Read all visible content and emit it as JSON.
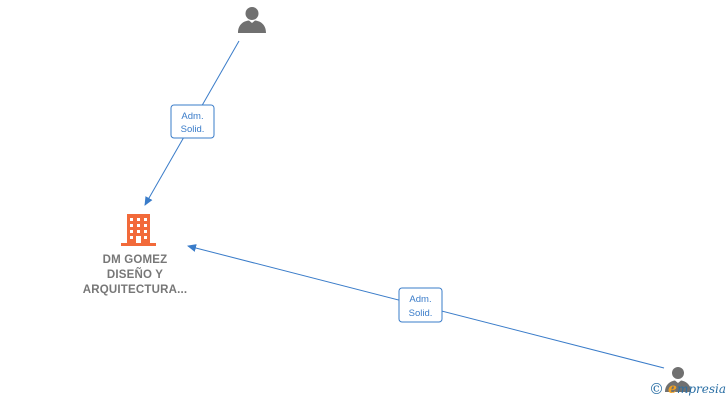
{
  "company": {
    "name_lines": [
      "DM GOMEZ",
      "DISEÑO Y",
      "ARQUITECTURA..."
    ],
    "icon": "building-icon",
    "color": "#f26a3a"
  },
  "edges": [
    {
      "label_lines": [
        "Adm.",
        "Solid."
      ]
    },
    {
      "label_lines": [
        "Adm.",
        "Solid."
      ]
    }
  ],
  "persons": [
    {
      "icon": "person-icon"
    },
    {
      "icon": "person-icon"
    }
  ],
  "colors": {
    "edge": "#3a7cc9",
    "person": "#707070"
  },
  "watermark": {
    "copyright": "©",
    "brand_initial": "e",
    "brand_rest": "mpresia"
  }
}
